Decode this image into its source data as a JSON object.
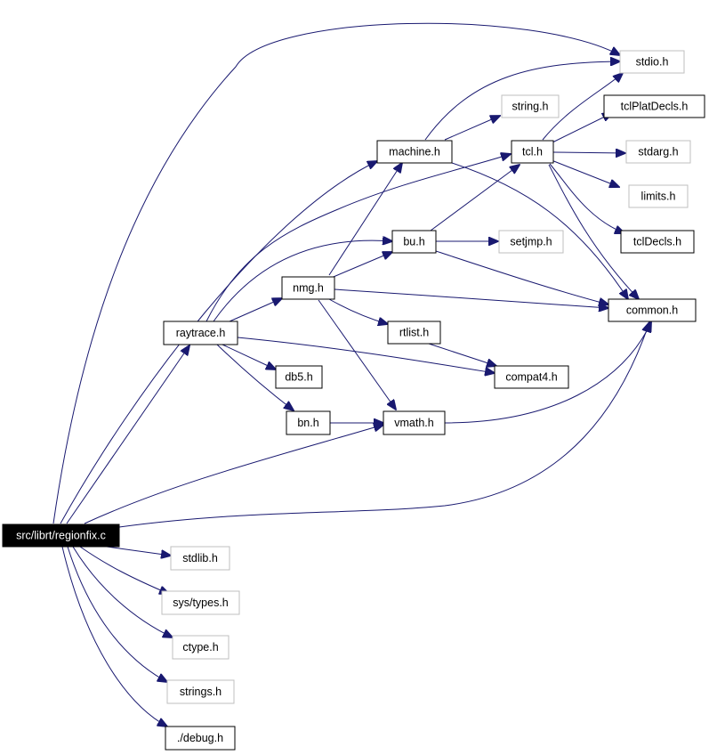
{
  "diagram": {
    "type": "include-dependency-graph",
    "root": "src/librt/regionfix.c",
    "colors": {
      "edge": "#191970",
      "root_fill": "#000000",
      "documented_border": "#000000",
      "external_border": "#bfbfbf"
    },
    "nodes": [
      {
        "id": "regionfix",
        "label": "src/librt/regionfix.c",
        "style": "root"
      },
      {
        "id": "stdio",
        "label": "stdio.h",
        "style": "faint"
      },
      {
        "id": "string",
        "label": "string.h",
        "style": "faint"
      },
      {
        "id": "tclplat",
        "label": "tclPlatDecls.h",
        "style": "solid"
      },
      {
        "id": "machine",
        "label": "machine.h",
        "style": "solid"
      },
      {
        "id": "tcl",
        "label": "tcl.h",
        "style": "solid"
      },
      {
        "id": "stdarg",
        "label": "stdarg.h",
        "style": "faint"
      },
      {
        "id": "limits",
        "label": "limits.h",
        "style": "faint"
      },
      {
        "id": "bu",
        "label": "bu.h",
        "style": "solid"
      },
      {
        "id": "setjmp",
        "label": "setjmp.h",
        "style": "faint"
      },
      {
        "id": "tcldecls",
        "label": "tclDecls.h",
        "style": "solid"
      },
      {
        "id": "nmg",
        "label": "nmg.h",
        "style": "solid"
      },
      {
        "id": "common",
        "label": "common.h",
        "style": "solid"
      },
      {
        "id": "raytrace",
        "label": "raytrace.h",
        "style": "solid"
      },
      {
        "id": "rtlist",
        "label": "rtlist.h",
        "style": "solid"
      },
      {
        "id": "db5",
        "label": "db5.h",
        "style": "solid"
      },
      {
        "id": "compat4",
        "label": "compat4.h",
        "style": "solid"
      },
      {
        "id": "bn",
        "label": "bn.h",
        "style": "solid"
      },
      {
        "id": "vmath",
        "label": "vmath.h",
        "style": "solid"
      },
      {
        "id": "stdlib",
        "label": "stdlib.h",
        "style": "faint"
      },
      {
        "id": "systypes",
        "label": "sys/types.h",
        "style": "faint"
      },
      {
        "id": "ctype",
        "label": "ctype.h",
        "style": "faint"
      },
      {
        "id": "strings",
        "label": "strings.h",
        "style": "faint"
      },
      {
        "id": "debug",
        "label": "./debug.h",
        "style": "solid"
      }
    ],
    "edges": [
      {
        "from": "regionfix",
        "to": "stdio"
      },
      {
        "from": "regionfix",
        "to": "machine"
      },
      {
        "from": "regionfix",
        "to": "raytrace"
      },
      {
        "from": "regionfix",
        "to": "vmath"
      },
      {
        "from": "regionfix",
        "to": "common"
      },
      {
        "from": "regionfix",
        "to": "stdlib"
      },
      {
        "from": "regionfix",
        "to": "systypes"
      },
      {
        "from": "regionfix",
        "to": "ctype"
      },
      {
        "from": "regionfix",
        "to": "strings"
      },
      {
        "from": "regionfix",
        "to": "debug"
      },
      {
        "from": "machine",
        "to": "stdio"
      },
      {
        "from": "machine",
        "to": "string"
      },
      {
        "from": "machine",
        "to": "common"
      },
      {
        "from": "tcl",
        "to": "stdio"
      },
      {
        "from": "tcl",
        "to": "tclplat"
      },
      {
        "from": "tcl",
        "to": "stdarg"
      },
      {
        "from": "tcl",
        "to": "limits"
      },
      {
        "from": "tcl",
        "to": "tcldecls"
      },
      {
        "from": "tcl",
        "to": "common"
      },
      {
        "from": "bu",
        "to": "tcl"
      },
      {
        "from": "bu",
        "to": "setjmp"
      },
      {
        "from": "bu",
        "to": "common"
      },
      {
        "from": "nmg",
        "to": "machine"
      },
      {
        "from": "nmg",
        "to": "bu"
      },
      {
        "from": "nmg",
        "to": "common"
      },
      {
        "from": "nmg",
        "to": "rtlist"
      },
      {
        "from": "nmg",
        "to": "vmath"
      },
      {
        "from": "raytrace",
        "to": "tcl"
      },
      {
        "from": "raytrace",
        "to": "bu"
      },
      {
        "from": "raytrace",
        "to": "nmg"
      },
      {
        "from": "raytrace",
        "to": "db5"
      },
      {
        "from": "raytrace",
        "to": "compat4"
      },
      {
        "from": "raytrace",
        "to": "bn"
      },
      {
        "from": "rtlist",
        "to": "compat4"
      },
      {
        "from": "bn",
        "to": "vmath"
      },
      {
        "from": "vmath",
        "to": "common"
      }
    ]
  }
}
